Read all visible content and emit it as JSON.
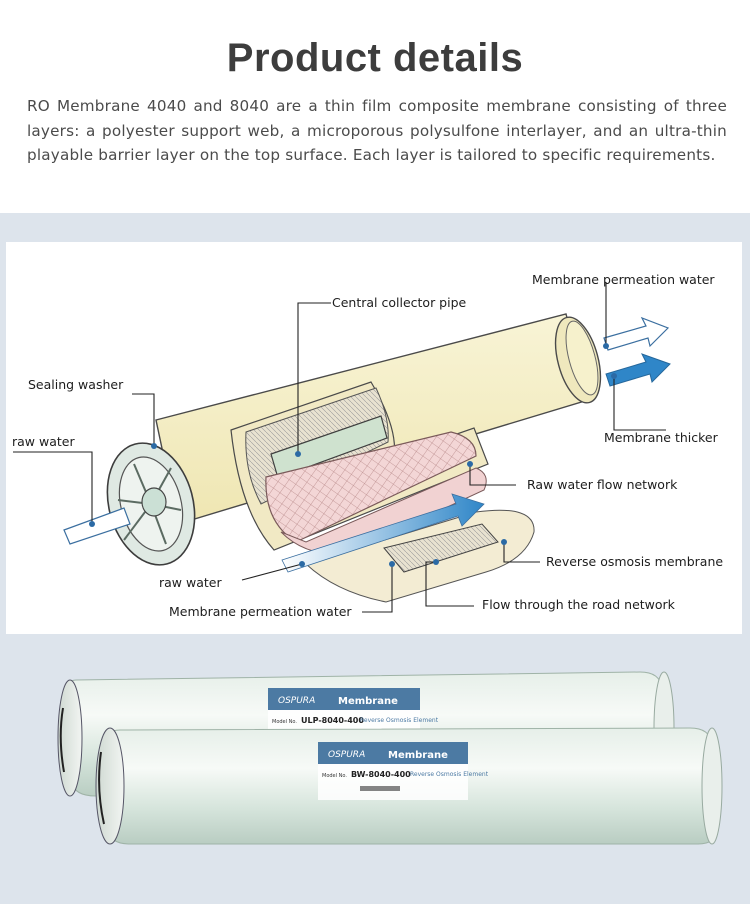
{
  "heading": "Product details",
  "intro": "RO Membrane 4040 and 8040 are a thin film composite membrane consisting of three layers: a polyester support web, a microporous polysulfone interlayer, and an ultra-thin playable barrier layer on the top surface. Each layer is tailored to specific requirements.",
  "diagram": {
    "labels": {
      "permeation_top": "Membrane permeation water",
      "collector": "Central collector pipe",
      "sealing": "Sealing washer",
      "raw_left": "raw water",
      "thicker": "Membrane thicker",
      "raw_flow": "Raw water flow network",
      "ro_membrane": "Reverse osmosis membrane",
      "raw_bottom": "raw water",
      "flow_road": "Flow through the road network",
      "permeation_bottom": "Membrane permeation water"
    }
  },
  "product_photo": {
    "back_element": {
      "brand": "OSPURA",
      "label_title": "Membrane",
      "model_label": "Model No.",
      "model": "ULP-8040-400",
      "subtitle": "Reverse Osmosis Element"
    },
    "front_element": {
      "brand": "OSPURA",
      "label_title": "Membrane",
      "model_label": "Model No.",
      "model": "BW-8040-400",
      "subtitle": "Reverse Osmosis Element"
    }
  },
  "colors": {
    "background_band": "#dde4ec",
    "vessel": "#f6f1c6",
    "arrow_blue": "#2f86c8",
    "label_blue": "#4c7aa3"
  }
}
